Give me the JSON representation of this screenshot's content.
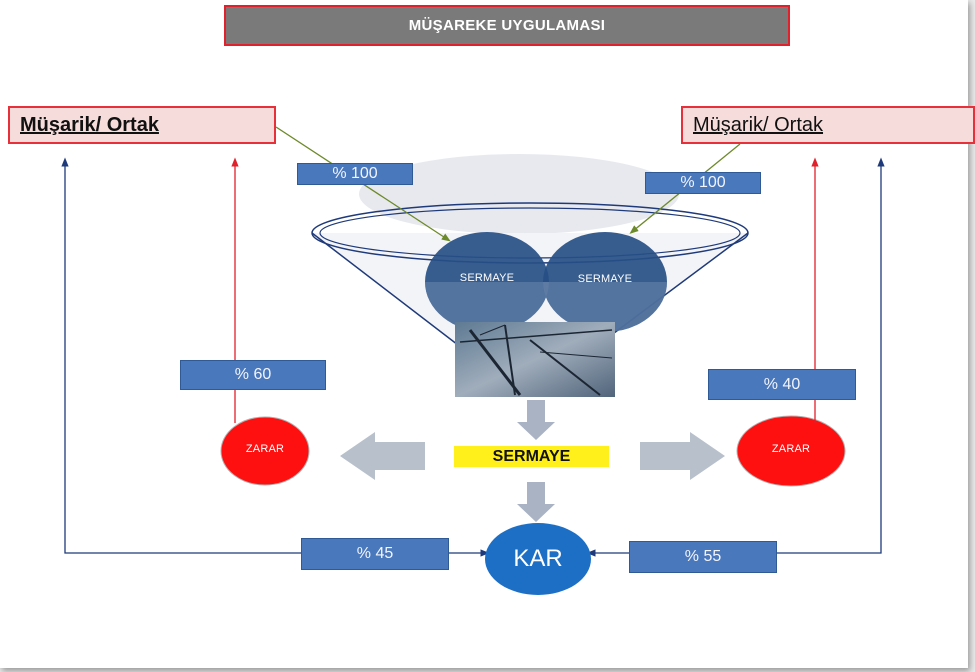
{
  "title": "MÜŞAREKE UYGULAMASI",
  "partners": {
    "left": "Müşarik/ Ortak",
    "right": "Müşarik/  Ortak"
  },
  "capital_shares": {
    "left": "% 100",
    "right": "% 100"
  },
  "capital_circles": {
    "left": "SERMAYE",
    "right": "SERMAYE"
  },
  "center_label": "SERMAYE",
  "loss": {
    "left_label": "ZARAR",
    "right_label": "ZARAR",
    "left_share": "% 60",
    "right_share": "% 40"
  },
  "profit": {
    "label": "KAR",
    "left_share": "% 45",
    "right_share": "% 55"
  },
  "colors": {
    "title_bg": "#7a7a7a",
    "title_border": "#e0202b",
    "partner_bg": "#f7dcdc",
    "percent_box": "#4a78bd",
    "capital_circle": "#274f86",
    "loss_circle": "#ff1010",
    "profit_circle": "#1d6fc6",
    "highlight": "#ffef1a",
    "arrow_gray": "#a9b3c4",
    "navy_line": "#1f3a7a",
    "red_line": "#e0202b"
  },
  "image": {
    "description_icon": "construction-crane-photo"
  }
}
